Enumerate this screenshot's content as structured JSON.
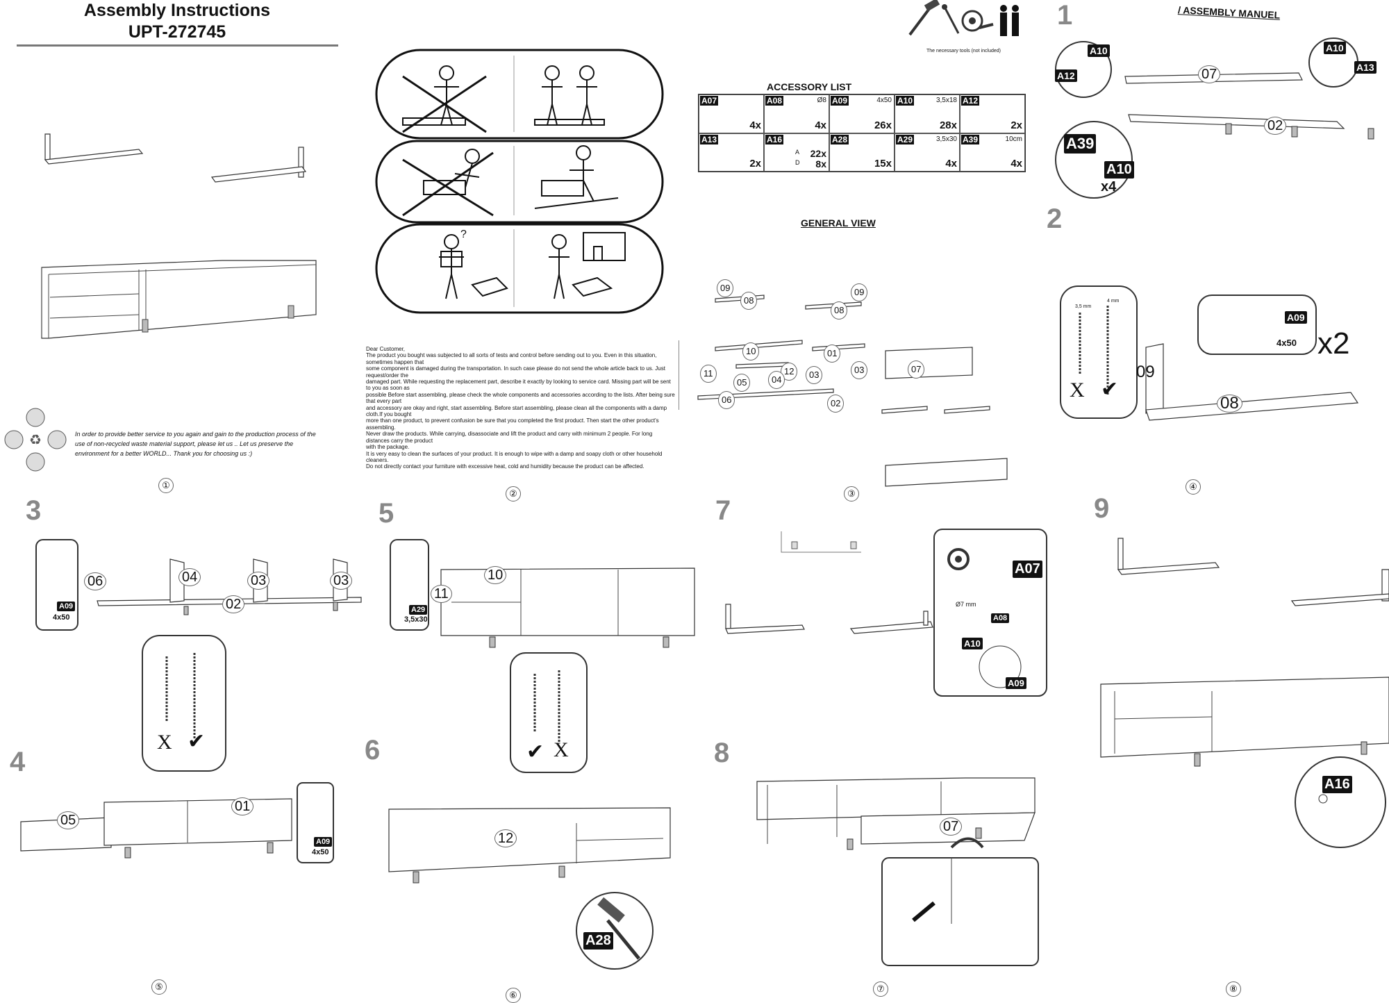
{
  "header": {
    "title_line1": "Assembly Instructions",
    "title_line2": "UPT-272745"
  },
  "page_numbers": [
    "①",
    "②",
    "③",
    "④",
    "⑤",
    "⑥",
    "⑦",
    "⑧"
  ],
  "eco_note": "In order to provide better service to you again and gain to the production process of the use of non-recycled waste material support, please let us .. Let us preserve the environment for a better WORLD... Thank you for choosing us :)",
  "customer_note": {
    "greeting": "Dear Customer,",
    "lines": [
      "The product you bought was subjected to all sorts of tests and control before sending out to you. Even in this situation, sometimes happen that",
      "some component is damaged during the transportation. In such case please do not send the whole article back to us. Just request/order the",
      "damaged part. While requesting the replacement part, describe it exactly by looking to service card. Missing part will be sent to you as soon as",
      "possible Before start assembling, please check the whole components and accessories according to the lists. After being sure that every part",
      "and accessory are okay and right, start assembling. Before start assembling, please clean all the components with a damp cloth.If you bought",
      "more than one product, to prevent confusion be sure that you completed the first product. Then start the other product's assembling.",
      "Never draw the products. While carrying, disassociate and lift the product and carry with minimum 2 people. For long distances carry the product",
      "with the package.",
      "It is very easy to clean the surfaces of your product. It is enough to wipe with a damp and soapy cloth or other household cleaners.",
      "Do not directly contact your furniture with excessive heat, cold and humidity because the product can be affected."
    ]
  },
  "tools_note": "The necessary tools (not included)",
  "accessory_list": {
    "heading": "ACCESSORY LIST",
    "items": [
      {
        "code": "A07",
        "size": "",
        "qty": "4x"
      },
      {
        "code": "A08",
        "size": "Ø8",
        "qty": "4x"
      },
      {
        "code": "A09",
        "size": "4x50",
        "qty": "26x"
      },
      {
        "code": "A10",
        "size": "3,5x18",
        "qty": "28x"
      },
      {
        "code": "A12",
        "size": "",
        "qty": "2x"
      },
      {
        "code": "A13",
        "size": "",
        "qty": "2x"
      },
      {
        "code": "A16",
        "size": "",
        "qty_a": "22x",
        "qty_d": "8x",
        "label_a": "A",
        "label_d": "D"
      },
      {
        "code": "A28",
        "size": "",
        "qty": "15x"
      },
      {
        "code": "A29",
        "size": "3,5x30",
        "qty": "4x"
      },
      {
        "code": "A39",
        "size": "10cm",
        "qty": "4x"
      }
    ]
  },
  "general_view": {
    "heading": "GENERAL VIEW",
    "parts": [
      "09",
      "08",
      "09",
      "08",
      "10",
      "01",
      "03",
      "11",
      "12",
      "03",
      "07",
      "05",
      "04",
      "06",
      "02"
    ]
  },
  "assembly_manuel": "/ ASSEMBLY MANUEL",
  "steps": {
    "s1": {
      "num": "1",
      "tags": [
        "A10",
        "A12",
        "A10",
        "A13",
        "A39",
        "A10"
      ],
      "x4": "x4",
      "parts": [
        "07",
        "02"
      ]
    },
    "s2": {
      "num": "2",
      "tag": "A09",
      "size": "4x50",
      "x2": "x2",
      "parts": [
        "09",
        "08"
      ],
      "screw_a": "3,5 mm",
      "screw_b": "4 mm",
      "wrong": "X",
      "right": "✔"
    },
    "s3": {
      "num": "3",
      "tag": "A09",
      "size": "4x50",
      "parts": [
        "06",
        "04",
        "03",
        "03",
        "02"
      ],
      "wrong": "X",
      "right": "✔"
    },
    "s4": {
      "num": "4",
      "tag": "A09",
      "size": "4x50",
      "parts": [
        "05",
        "01"
      ]
    },
    "s5": {
      "num": "5",
      "tag": "A29",
      "size": "3,5x30",
      "parts": [
        "10",
        "11"
      ],
      "wrong": "X",
      "right": "✔"
    },
    "s6": {
      "num": "6",
      "tag": "A28",
      "parts": [
        "12"
      ]
    },
    "s7": {
      "num": "7",
      "tags": [
        "A07",
        "A08",
        "A10",
        "A09"
      ],
      "drill": "Ø7 mm"
    },
    "s8": {
      "num": "8",
      "parts": [
        "07"
      ]
    },
    "s9": {
      "num": "9",
      "tag": "A16"
    }
  }
}
